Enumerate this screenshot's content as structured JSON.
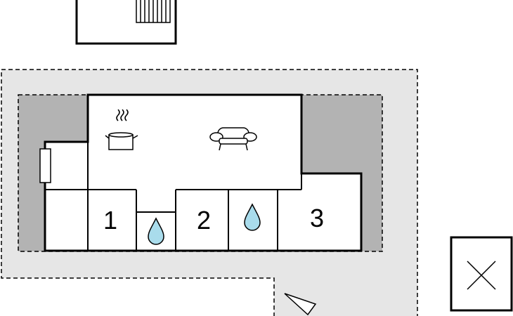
{
  "floor_plan": {
    "rooms": [
      {
        "id": "bedroom-1",
        "label": "1"
      },
      {
        "id": "bedroom-2",
        "label": "2"
      },
      {
        "id": "bedroom-3",
        "label": "3"
      }
    ],
    "icons": [
      "kitchen-pot-icon",
      "sofa-icon",
      "bathroom-water-drop-icon",
      "bathroom-water-drop-icon",
      "stairs-icon",
      "fireplace-icon",
      "compass-north-arrow-icon"
    ],
    "colors": {
      "wall": "#000000",
      "terrace": "#e6e6e6",
      "covered": "#b3b3b3",
      "water": "#a9dcec",
      "background": "#ffffff"
    }
  }
}
